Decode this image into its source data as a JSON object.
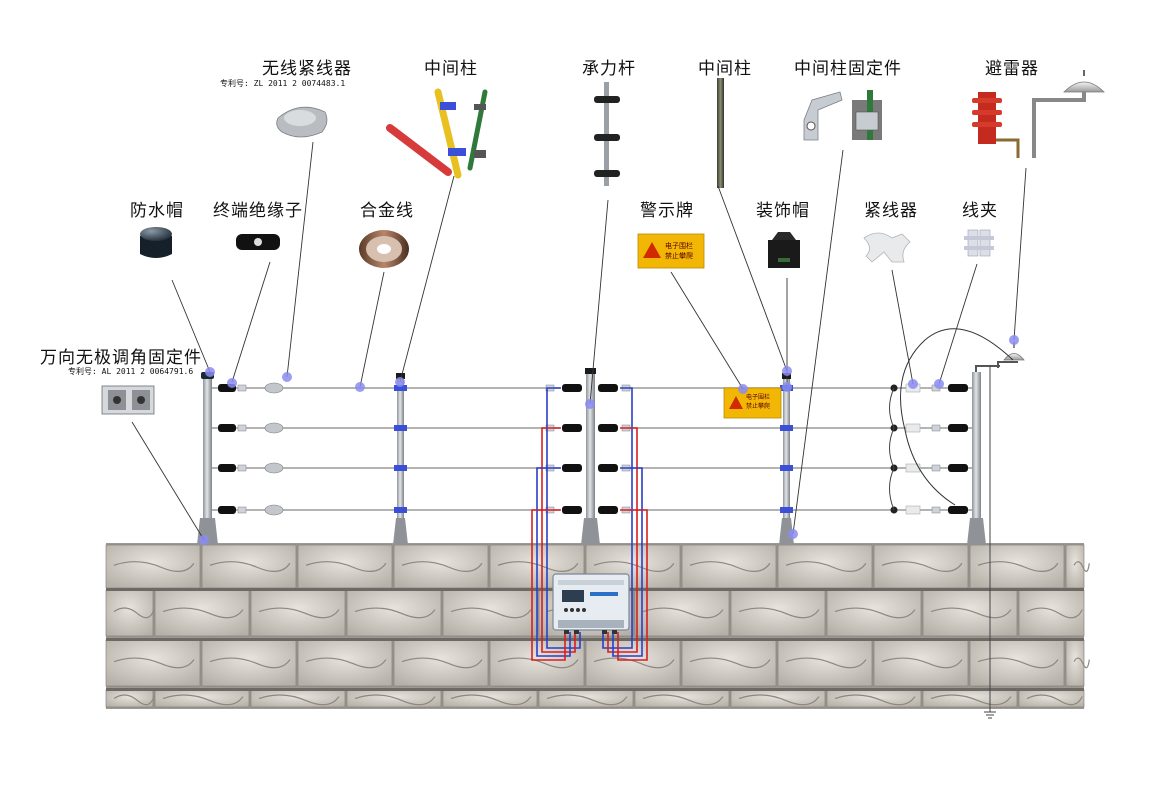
{
  "labels": {
    "waterproof_cap": "防水帽",
    "terminal_insulator": "终端绝缘子",
    "wireless_tensioner": "无线紧线器",
    "wireless_tensioner_patent": "专利号: ZL 2011 2 0074483.1",
    "alloy_wire": "合金线",
    "middle_post_1": "中间柱",
    "bearing_rod": "承力杆",
    "middle_post_2": "中间柱",
    "middle_post_fixture": "中间柱固定件",
    "lightning_arrester": "避雷器",
    "warning_sign": "警示牌",
    "decorative_cap": "装饰帽",
    "tensioner": "紧线器",
    "wire_clamp": "线夹",
    "universal_mount": "万向无极调角固定件",
    "universal_mount_patent": "专利号: AL 2011 2 0064791.6"
  },
  "sign_text": {
    "line1": "电子围栏",
    "line2": "禁止攀爬"
  },
  "colors": {
    "pointer_dot": "#8a8cf0",
    "post": "#b8bcc0",
    "wire": "#9a9a9a",
    "wall_light": "#c9c5bd",
    "wall_dark": "#6d6a66",
    "red_wire": "#d62020",
    "blue_wire": "#2a3fc8",
    "sign_yellow": "#f2b705"
  }
}
